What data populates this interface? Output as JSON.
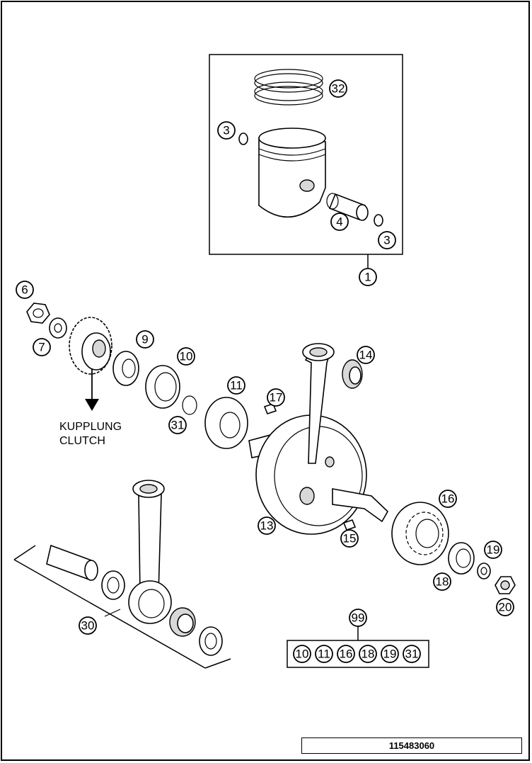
{
  "callouts": {
    "c1": "1",
    "c3a": "3",
    "c3b": "3",
    "c4": "4",
    "c32": "32",
    "c6": "6",
    "c7": "7",
    "c9": "9",
    "c10": "10",
    "c11": "11",
    "c31": "31",
    "c14": "14",
    "c17": "17",
    "c13": "13",
    "c15": "15",
    "c16": "16",
    "c18": "18",
    "c19": "19",
    "c20": "20",
    "c30": "30",
    "c99": "99"
  },
  "kit_99_items": [
    "10",
    "11",
    "16",
    "18",
    "19",
    "31"
  ],
  "notes": {
    "line1": "KUPPLUNG",
    "line2": "CLUTCH"
  },
  "reference_number": "115483060"
}
